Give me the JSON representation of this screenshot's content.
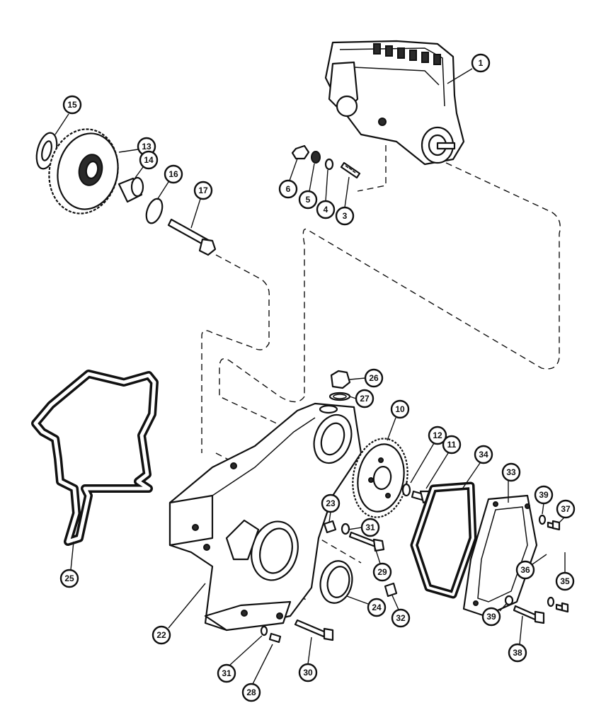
{
  "callouts": {
    "c1": "1",
    "c3": "3",
    "c4": "4",
    "c5": "5",
    "c6": "6",
    "c10": "10",
    "c11": "11",
    "c12": "12",
    "c13": "13",
    "c14": "14",
    "c15": "15",
    "c16": "16",
    "c17": "17",
    "c22": "22",
    "c23": "23",
    "c24": "24",
    "c25": "25",
    "c26": "26",
    "c27": "27",
    "c28": "28",
    "c29": "29",
    "c30": "30",
    "c31a": "31",
    "c31b": "31",
    "c32": "32",
    "c33": "33",
    "c34": "34",
    "c35": "35",
    "c36": "36",
    "c37": "37",
    "c38": "38",
    "c39a": "39",
    "c39b": "39"
  },
  "colors": {
    "ink": "#111111",
    "paper": "#ffffff"
  }
}
